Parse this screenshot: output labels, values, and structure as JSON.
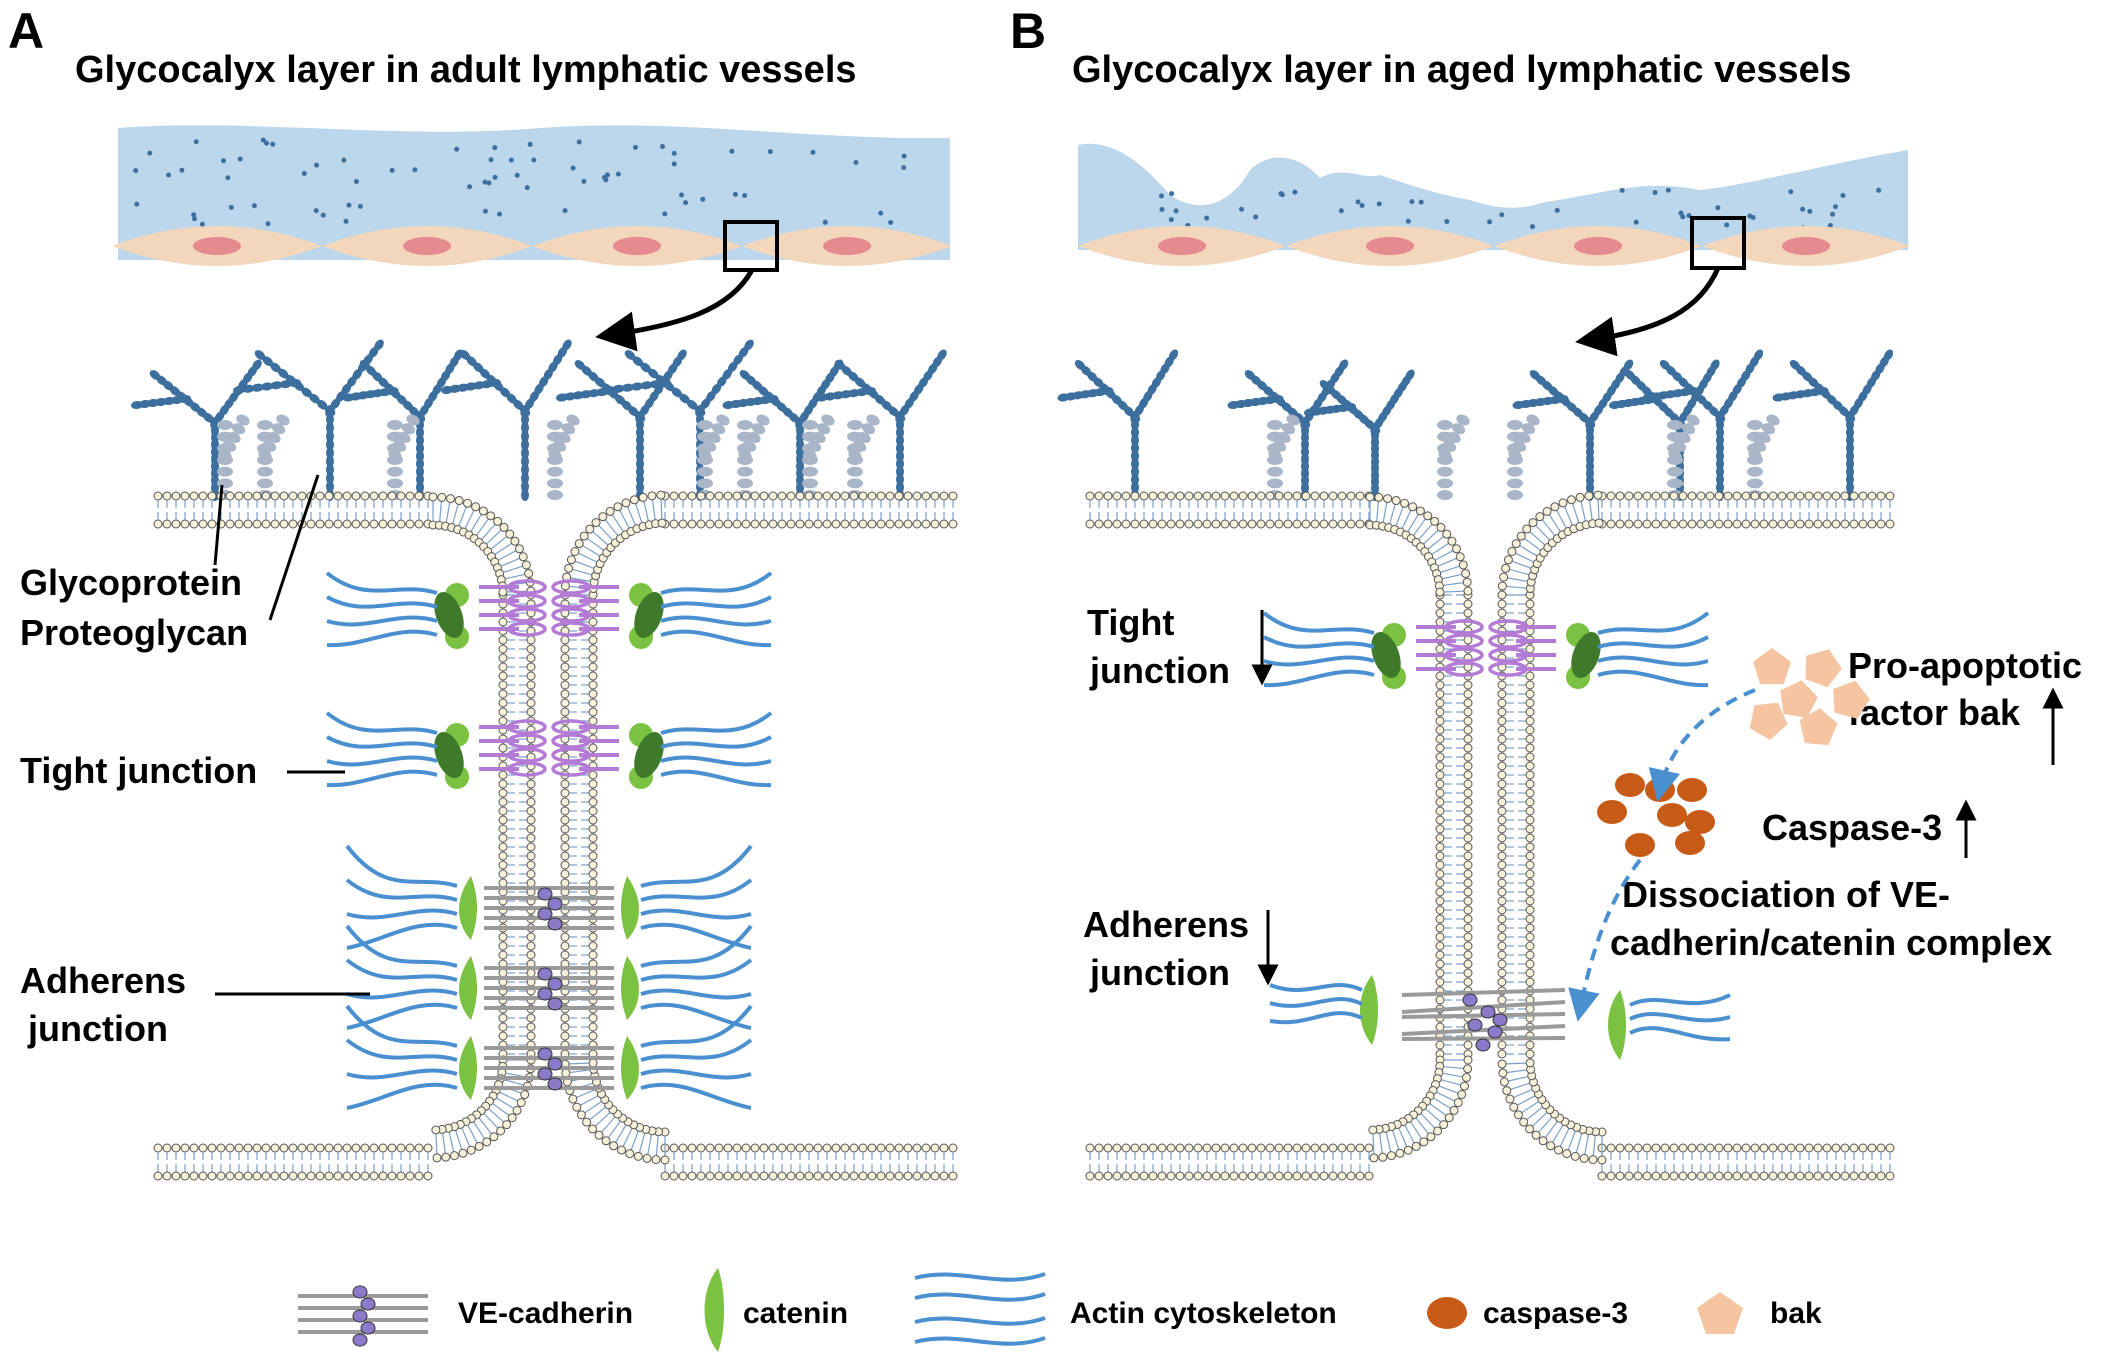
{
  "panel_a": {
    "letter": "A",
    "title": "Glycocalyx layer in adult lymphatic vessels",
    "labels": {
      "glycoprotein": "Glycoprotein",
      "proteoglycan": "Proteoglycan",
      "tight_junction": "Tight junction",
      "adherens_line1": "Adherens",
      "adherens_line2": "junction"
    }
  },
  "panel_b": {
    "letter": "B",
    "title": "Glycocalyx layer in aged lymphatic vessels",
    "labels": {
      "tight_line1": "Tight",
      "tight_line2": "junction",
      "adherens_line1": "Adherens",
      "adherens_line2": "junction",
      "pro_apoptotic_line1": "Pro-apoptotic",
      "pro_apoptotic_line2": "factor bak",
      "caspase3": "Caspase-3",
      "dissociation_line1": "Dissociation of VE-",
      "dissociation_line2": "cadherin/catenin complex"
    }
  },
  "legend": {
    "ve_cadherin": "VE-cadherin",
    "catenin": "catenin",
    "actin": "Actin cytoskeleton",
    "caspase3": "caspase-3",
    "bak": "bak"
  },
  "colors": {
    "glycocalyx_fill": "#bcd6ec",
    "cell_body": "#f2d7bd",
    "nucleus": "#e58a8f",
    "proteoglycan": "#3d6f9e",
    "glycoprotein": "#a9b6c8",
    "tight_junction_protein": "#b37ad6",
    "catenin": "#7cc242",
    "zo_dark": "#3f7a2a",
    "actin": "#4a90d0",
    "ve_cadherin": "#9a9a9a",
    "ve_cadherin_bead": "#8b7ac9",
    "caspase3": "#c85a17",
    "bak": "#f5c4a0",
    "membrane_head": "#f6f1d8",
    "membrane_tail": "#7ba0c8"
  }
}
